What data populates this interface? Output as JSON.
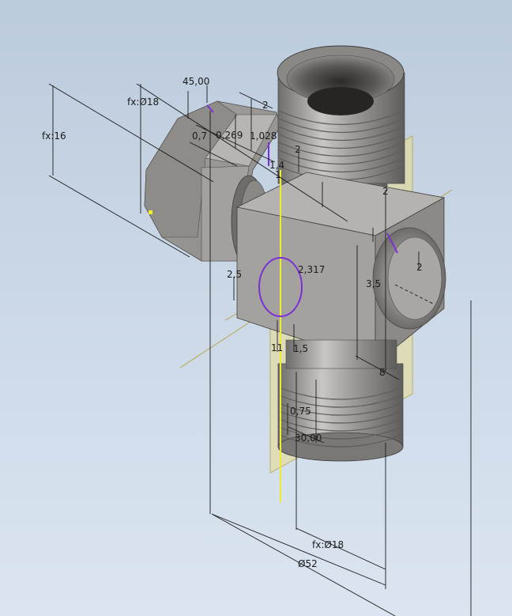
{
  "dimensions": {
    "angle_45": "45,00",
    "dia_18_top": "fx:Ø18",
    "len_16": "fx:16",
    "d_07": "0,7",
    "d_0269": "0,269",
    "d_2_top": "2",
    "d_1028": "1,028",
    "d_14": "1,4",
    "d_1": "1",
    "d_2_small": "2",
    "d_2_right_top": "2",
    "d_2317": "2,317",
    "d_25": "2,5",
    "d_35": "3,5",
    "d_2_right": "2",
    "d_11": "11",
    "d_15": "1,5",
    "d_8": "8",
    "d_075": "0,75",
    "angle_30": "30,00",
    "dia_18_bottom": "fx:Ø18",
    "dia_52": "Ø52"
  },
  "colors": {
    "background_top": "#bccbdc",
    "background_bottom": "#dbe5f1",
    "part_metal": "#9a9896",
    "sketch_highlight": "#7b2fd6",
    "work_plane": "#e9dc8e",
    "axis_yellow": "#f2ea2a"
  }
}
